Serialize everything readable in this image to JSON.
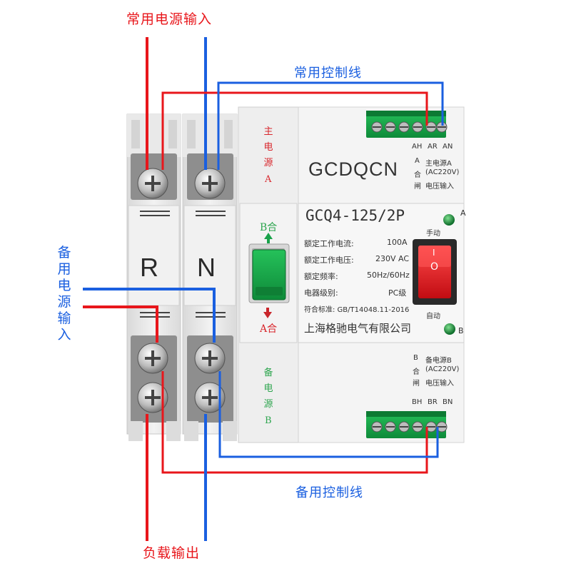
{
  "labels": {
    "main_input": "常用电源输入",
    "main_control": "常用控制线",
    "backup_input": "备用电源输入",
    "backup_control": "备用控制线",
    "load_output": "负载输出"
  },
  "device": {
    "brand": "GCDQCN",
    "model": "GCQ4-125/2P",
    "pole_r": "R",
    "pole_n": "N",
    "main_source_vertical": "主电源",
    "main_source_letter": "A",
    "backup_source_vertical": "备电源",
    "backup_source_letter": "B",
    "switch_top": "B合",
    "switch_bottom": "A合",
    "specs": [
      {
        "label": "额定工作电流:",
        "value": "100A"
      },
      {
        "label": "额定工作电压:",
        "value": "230V AC"
      },
      {
        "label": "额定频率:",
        "value": "50Hz/60Hz"
      },
      {
        "label": "电器级别:",
        "value": "PC级"
      }
    ],
    "standard": "符合标准: GB/T14048.11-2016",
    "maker": "上海格驰电气有限公司",
    "manual": "手动",
    "auto": "自动",
    "led_a": "A",
    "led_b": "B",
    "rocker_on": "I",
    "rocker_off": "O"
  },
  "top_terminal": {
    "pins": [
      "AH",
      "AR",
      "AN"
    ],
    "col1": [
      "A",
      "合",
      "闸"
    ],
    "line1": "主电源A",
    "line2": "(AC220V)",
    "line3": "电压输入"
  },
  "bottom_terminal": {
    "pins": [
      "BH",
      "BR",
      "BN"
    ],
    "col1": [
      "B",
      "合",
      "闸"
    ],
    "line1": "备电源B",
    "line2": "(AC220V)",
    "line3": "电压输入"
  },
  "colors": {
    "red_wire": "#e8161b",
    "blue_wire": "#1a5fe0",
    "terminal_green": "#17a84a",
    "body": "#efefef",
    "rocker": "#e0131f"
  }
}
